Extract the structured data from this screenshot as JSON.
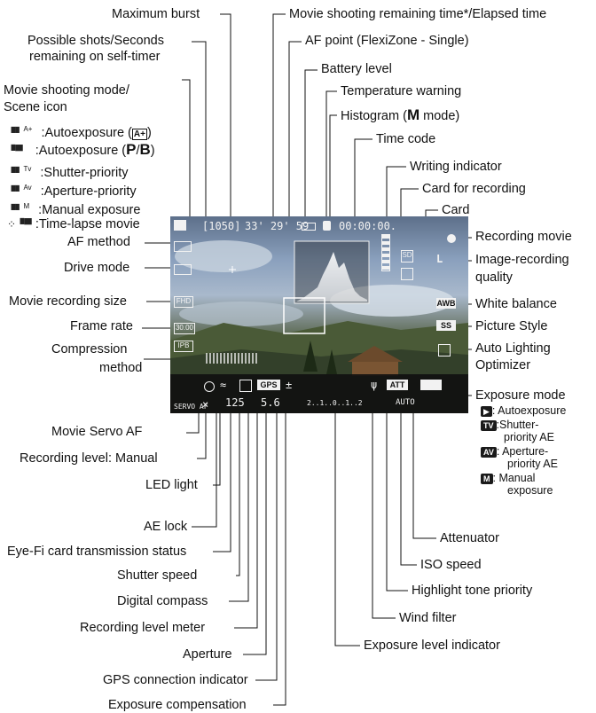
{
  "labels": {
    "max_burst": "Maximum burst",
    "movie_remaining": "Movie shooting remaining time*/Elapsed time",
    "possible_shots_1": "Possible shots/Seconds",
    "possible_shots_2": "remaining on self-timer",
    "af_point": "AF point (FlexiZone - Single)",
    "battery": "Battery level",
    "temp_warning": "Temperature warning",
    "histogram_pre": "Histogram (",
    "histogram_m": "M",
    "histogram_post": " mode)",
    "time_code": "Time code",
    "writing_indicator": "Writing indicator",
    "card_for_recording": "Card for recording",
    "card": "Card",
    "recording_movie": "Recording movie",
    "image_quality_1": "Image-recording",
    "image_quality_2": "quality",
    "white_balance": "White balance",
    "picture_style": "Picture Style",
    "alo_1": "Auto Lighting",
    "alo_2": "Optimizer",
    "exposure_mode": "Exposure mode",
    "movie_mode_1": "Movie shooting mode/",
    "movie_mode_2": "Scene icon",
    "mode_auto_a": ":Autoexposure (",
    "mode_auto_a_close": ")",
    "mode_auto_pb": ":Autoexposure (",
    "mode_auto_pb_p": "P",
    "mode_auto_pb_slash": "/",
    "mode_auto_pb_b": "B",
    "mode_auto_pb_close": ")",
    "mode_tv": ":Shutter-priority",
    "mode_av": ":Aperture-priority",
    "mode_m": ":Manual exposure",
    "mode_timelapse": ":Time-lapse movie",
    "af_method": "AF method",
    "drive_mode": "Drive mode",
    "movie_size": "Movie recording size",
    "frame_rate": "Frame rate",
    "compression_1": "Compression",
    "compression_2": "method",
    "movie_servo": "Movie Servo AF",
    "rec_level_manual": "Recording level: Manual",
    "led_light": "LED light",
    "ae_lock": "AE lock",
    "eyefi": "Eye-Fi card transmission status",
    "shutter_speed": "Shutter speed",
    "compass": "Digital compass",
    "rec_level_meter": "Recording level meter",
    "aperture": "Aperture",
    "gps": "GPS connection indicator",
    "exp_comp": "Exposure compensation",
    "attenuator": "Attenuator",
    "iso": "ISO speed",
    "htp": "Highlight tone priority",
    "wind": "Wind filter",
    "exp_level": "Exposure level indicator",
    "em_auto": ": Autoexposure",
    "em_tv_1": ":Shutter-",
    "em_tv_2": "priority AE",
    "em_av_1": ": Aperture-",
    "em_av_2": "priority AE",
    "em_m_1": ": Manual",
    "em_m_2": "exposure"
  },
  "icons": {
    "mode_a_sub": "A+",
    "mode_tv_sub": "Tv",
    "mode_av_sub": "Av",
    "mode_m_sub": "M",
    "badge_auto": "▶",
    "badge_tv": "TV",
    "badge_av": "AV",
    "badge_m": "M",
    "a_plus_box": "A+"
  },
  "screen": {
    "shots": "[1050]",
    "remaining_time": "33' 29' 59",
    "timecode": "00:00:00.",
    "shutter": "125",
    "aperture": "5.6",
    "gps": "GPS",
    "att": "ATT",
    "iso": "AUTO",
    "servo": "SERVO AF",
    "size": "FHD",
    "rate": "30.00",
    "ipb": "IPB",
    "awb": "AWB",
    "quality": "L",
    "card": "SD",
    "ps": "SS",
    "scale": "2..1..0..1..2",
    "comp": "±"
  },
  "colors": {
    "screen_sky": "#8aa0bd",
    "screen_ground": "#2f3b25",
    "leader": "#111111"
  }
}
